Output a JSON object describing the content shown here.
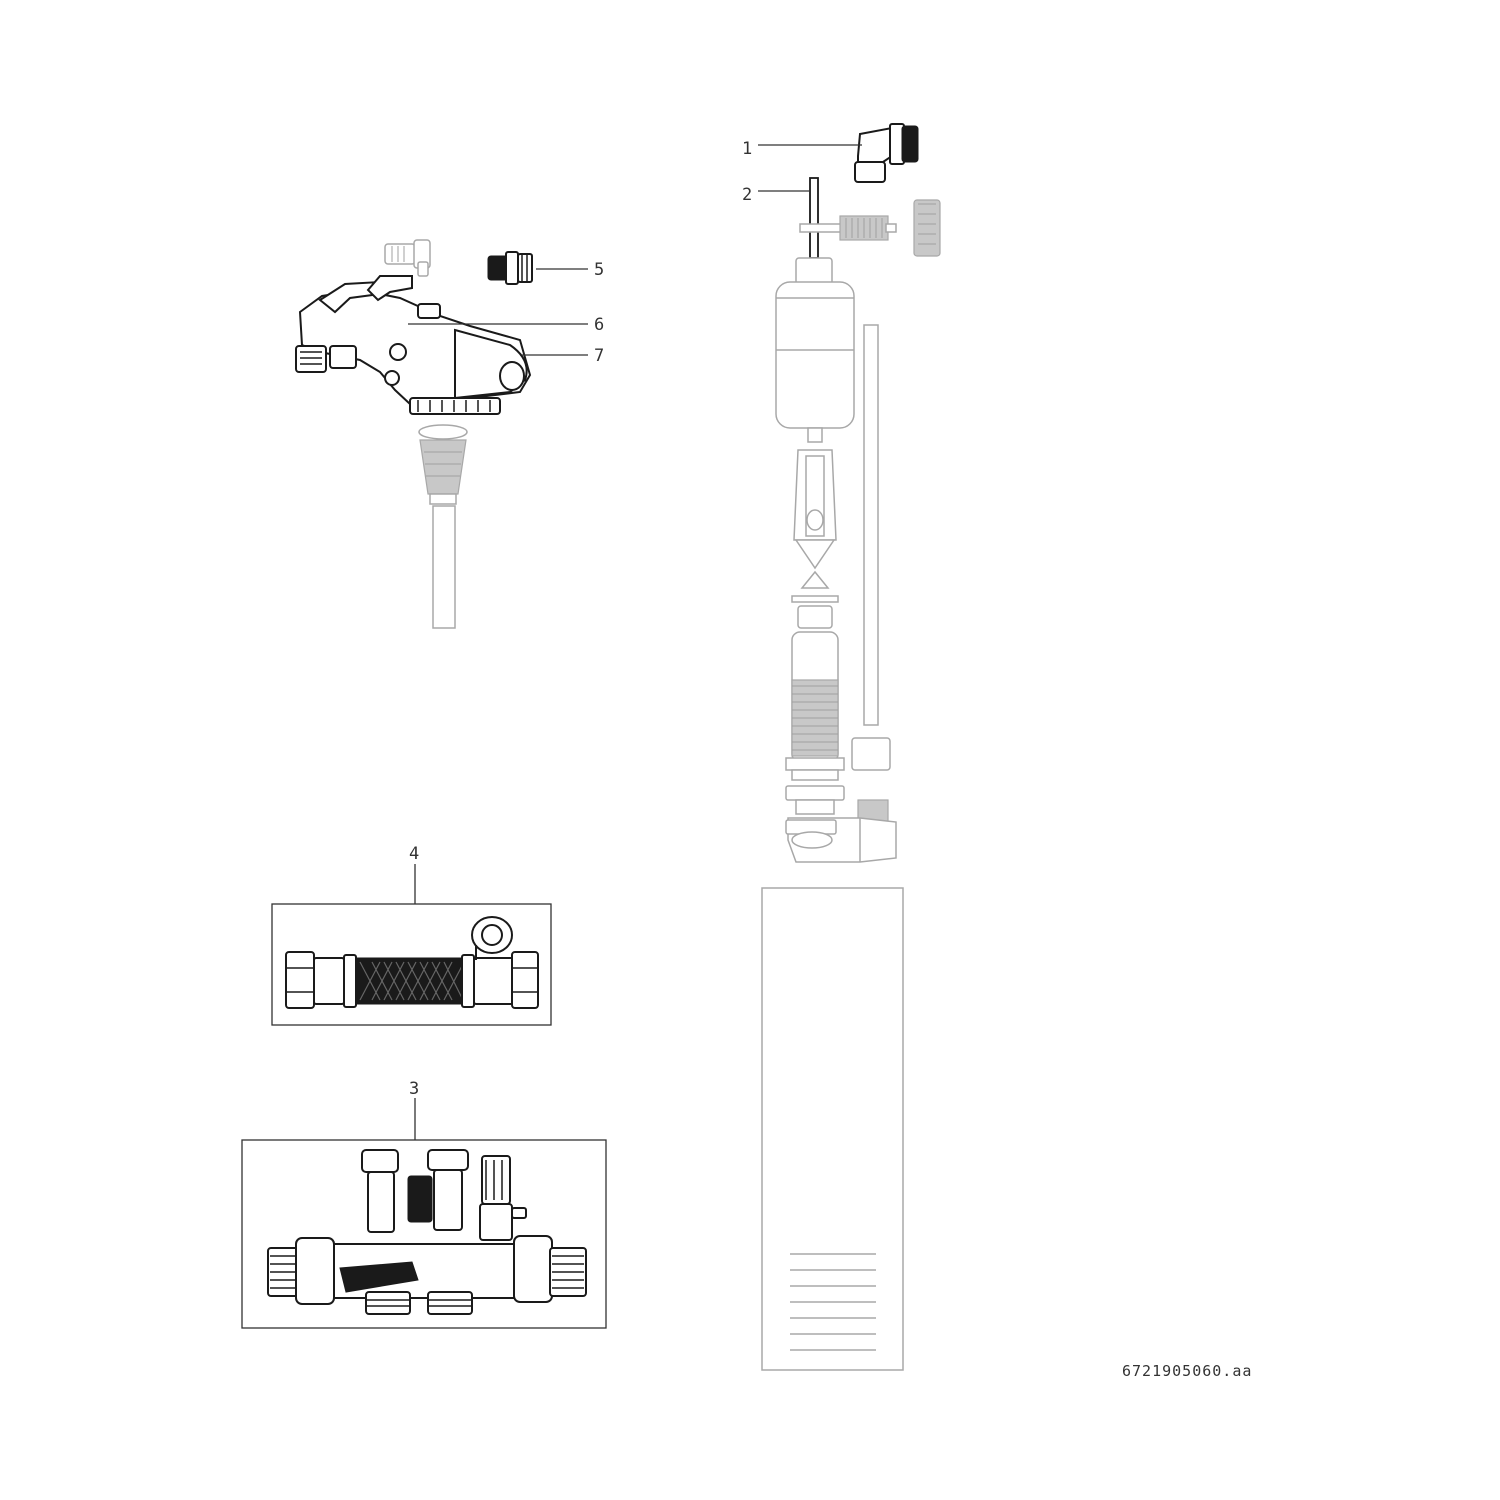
{
  "callouts": {
    "c1": "1",
    "c2": "2",
    "c3": "3",
    "c4": "4",
    "c5": "5",
    "c6": "6",
    "c7": "7"
  },
  "reference_code": "6721905060.aa",
  "colors": {
    "line_dark": "#1a1a1a",
    "line_light": "#a8a8a8",
    "text": "#333333"
  }
}
